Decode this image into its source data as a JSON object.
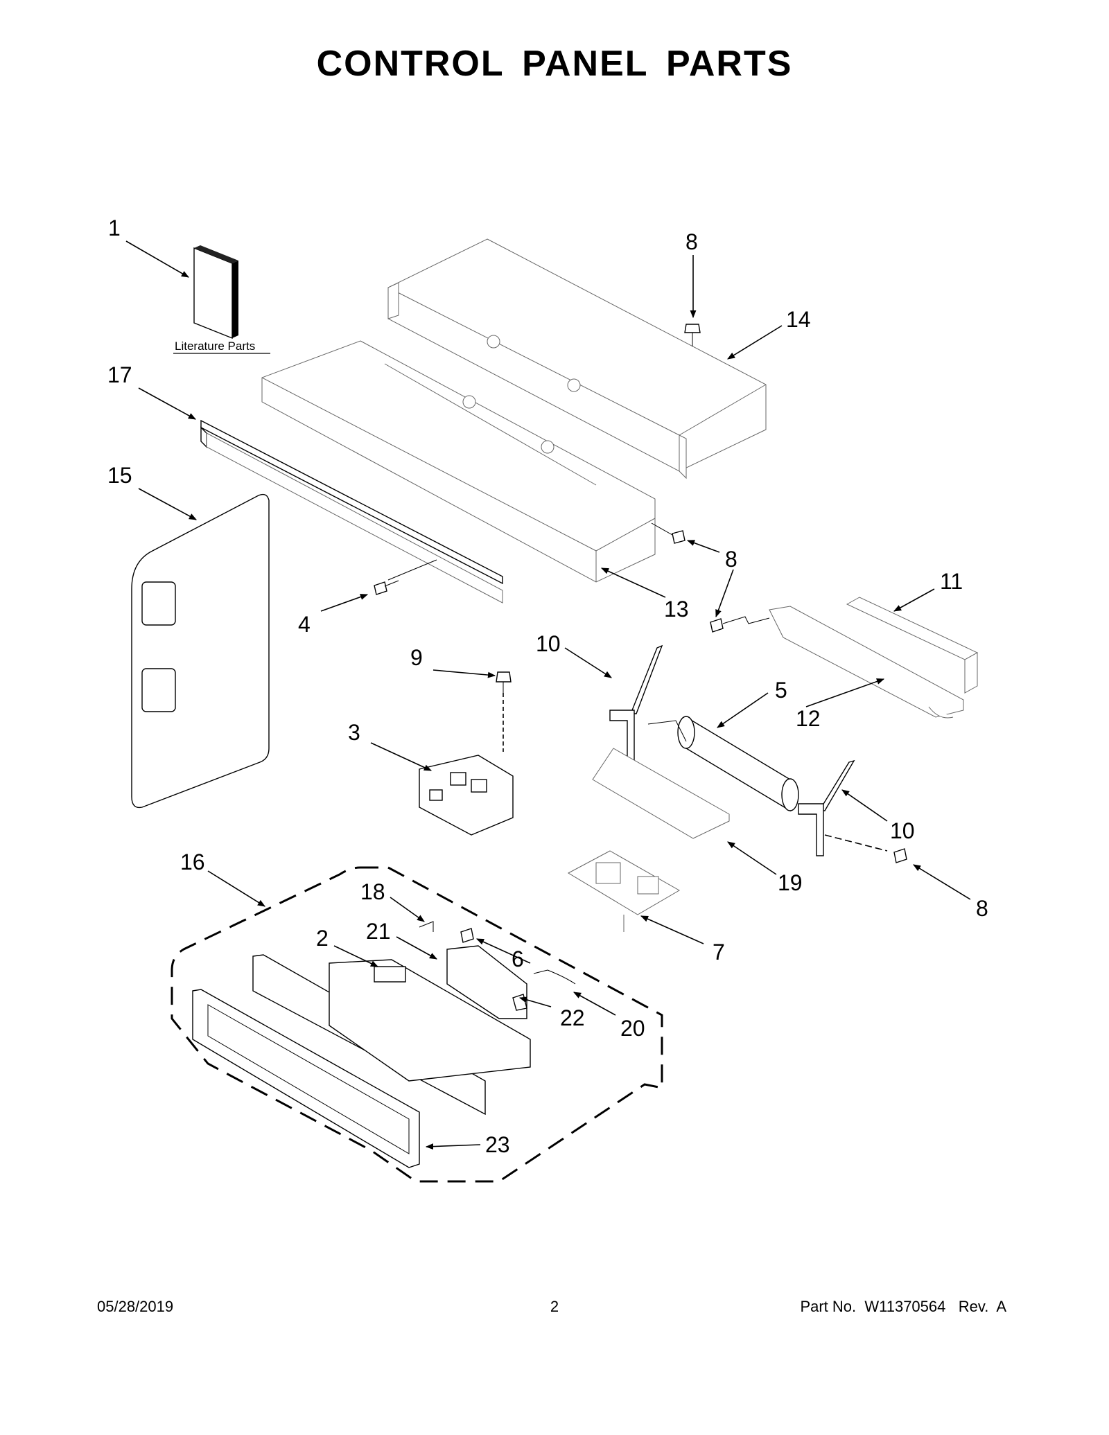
{
  "title": "CONTROL PANEL PARTS",
  "literature_label": "Literature Parts",
  "callouts": {
    "c1": "1",
    "c2": "2",
    "c3": "3",
    "c4": "4",
    "c5": "5",
    "c6": "6",
    "c7": "7",
    "c8a": "8",
    "c8b": "8",
    "c8c": "8",
    "c8d": "8",
    "c9": "9",
    "c10a": "10",
    "c10b": "10",
    "c11": "11",
    "c12": "12",
    "c13": "13",
    "c14": "14",
    "c15": "15",
    "c16": "16",
    "c17": "17",
    "c18": "18",
    "c19": "19",
    "c20": "20",
    "c21": "21",
    "c22": "22",
    "c23": "23"
  },
  "footer": {
    "date": "05/28/2019",
    "page": "2",
    "part_no": "Part No.  W11370564   Rev.  A"
  }
}
